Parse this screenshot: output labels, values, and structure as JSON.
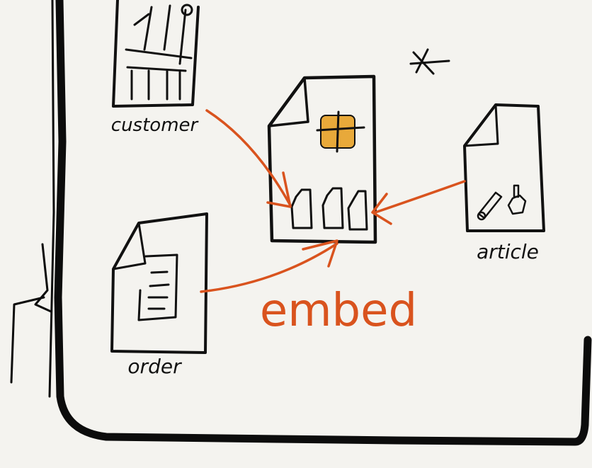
{
  "labels": {
    "customer": "customer",
    "order": "order",
    "article": "article",
    "embed": "embed"
  },
  "colors": {
    "background": "#f4f3ef",
    "ink": "#111111",
    "accent": "#d9531e",
    "chip": "#e8a93a"
  },
  "icons": {
    "customer": "shopping-cart-icon",
    "order": "receipt-icon",
    "article": "tools-icon",
    "embedded": "document-icon",
    "chip": "chip-icon",
    "star": "star-icon"
  }
}
